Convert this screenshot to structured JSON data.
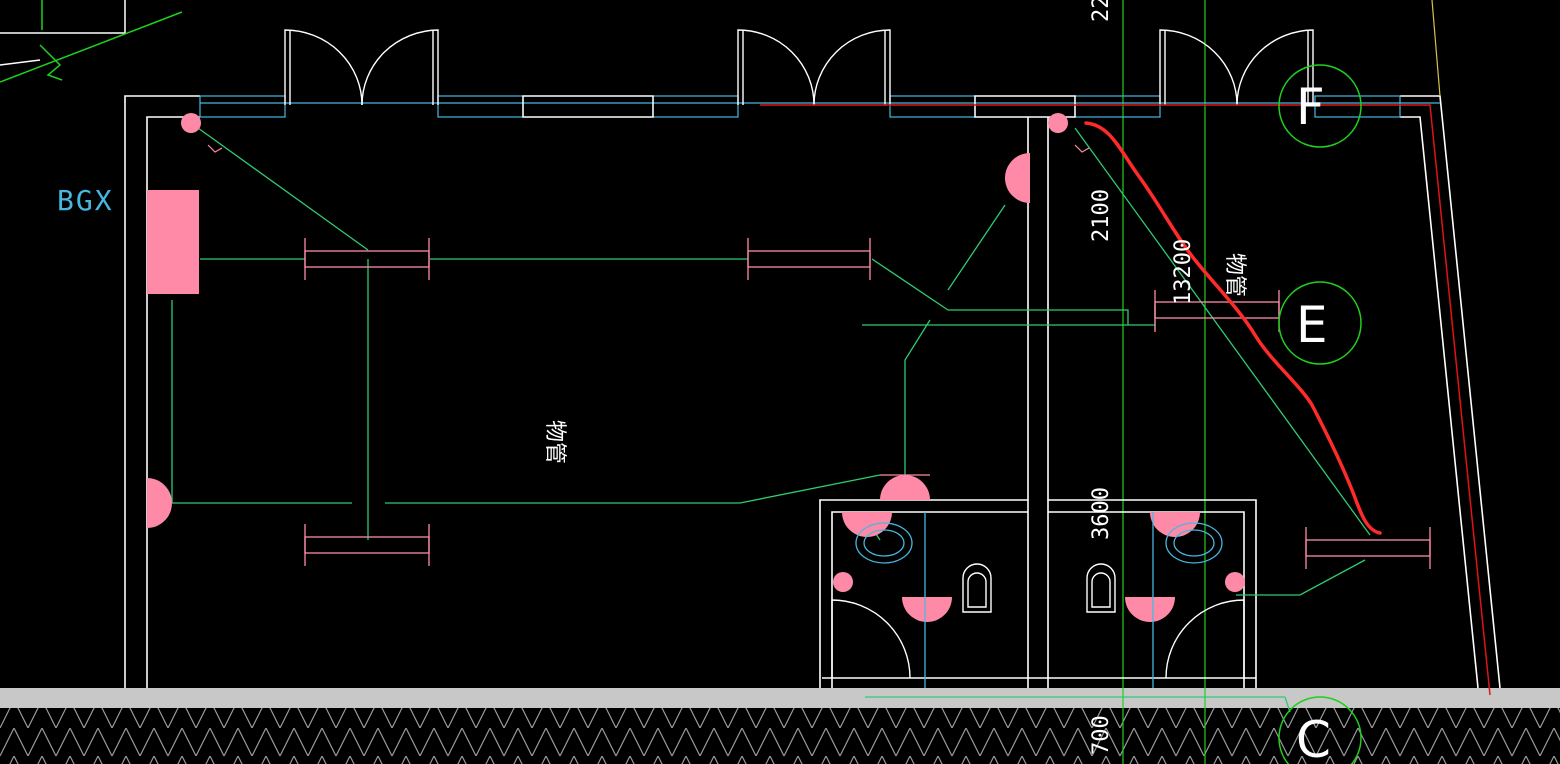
{
  "drawing": {
    "background": "#000000",
    "colors": {
      "wall": "#ffffff",
      "glazing": "#47b7e0",
      "wiring": "#2ecc71",
      "grid_axis": "#1fd01f",
      "fixture": "#ff8aa8",
      "pipe": "#ff8aa8",
      "markup": "#ff2a2a",
      "property_line": "#e01414",
      "hatch": "#9a9a9a"
    },
    "labels": {
      "box_code": "BGX",
      "room_main": "物管",
      "room_right": "物管"
    },
    "dimensions": {
      "top": "22",
      "d1": "2100",
      "d2": "13200",
      "d3": "3600",
      "d4": "700"
    },
    "axes": {
      "axis_top": "F",
      "axis_mid": "E",
      "axis_bottom": "C"
    },
    "icons": {
      "distribution_box": "electrical-panel-icon",
      "wall_lamp": "half-circle-lamp-icon",
      "ceiling_lamp": "ceiling-light-icon",
      "fluorescent": "fluorescent-tube-icon",
      "sink": "washbasin-icon",
      "toilet": "urinal-icon",
      "door": "swing-door-icon"
    }
  }
}
